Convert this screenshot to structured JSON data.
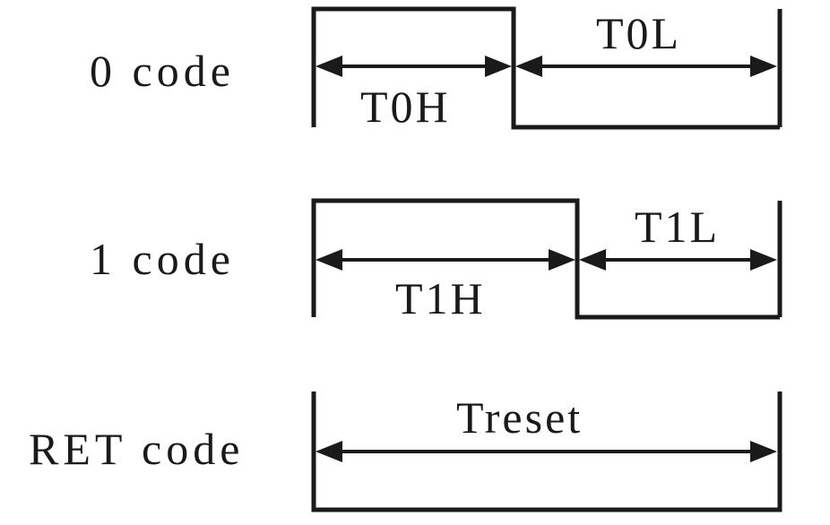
{
  "rows": [
    {
      "label": "0 code",
      "high_label": "T0H",
      "low_label": "T0L"
    },
    {
      "label": "1 code",
      "high_label": "T1H",
      "low_label": "T1L"
    },
    {
      "label": "RET code",
      "reset_label": "Treset"
    }
  ],
  "colors": {
    "ink": "#1a1a1a",
    "background": "#ffffff"
  }
}
